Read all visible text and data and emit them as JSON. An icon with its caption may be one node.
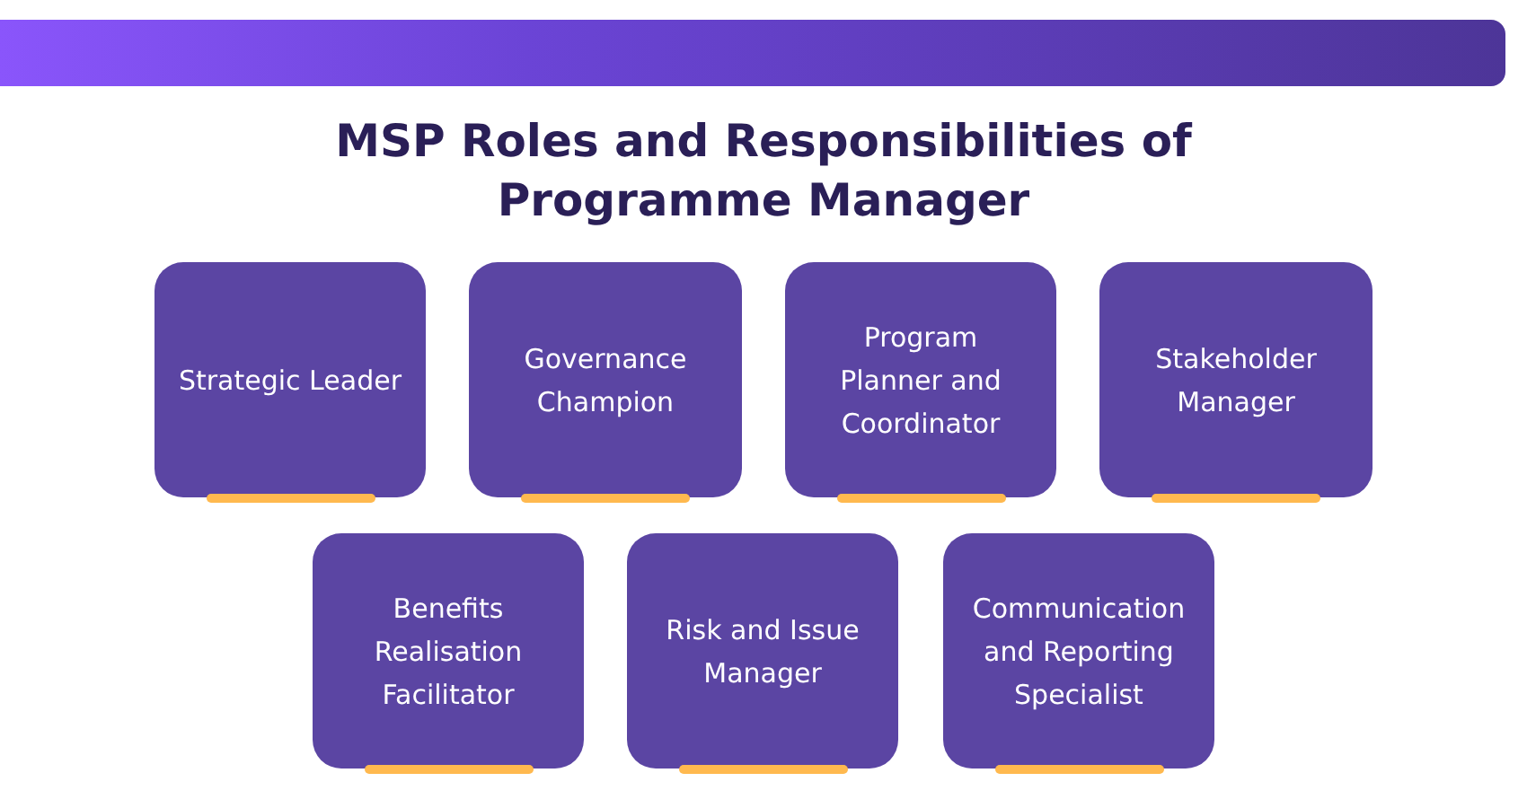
{
  "diagram": {
    "title": "MSP Roles and Responsibilities of Programme Manager",
    "nodes": [
      {
        "text": [
          "Strategic Leader"
        ]
      },
      {
        "text": [
          "Governance Champion"
        ]
      },
      {
        "text": [
          "Program Planner and Coordinator"
        ]
      },
      {
        "text": [
          "Stakeholder Manager"
        ]
      },
      {
        "text": [
          "Benefits Realisation Facilitator"
        ]
      },
      {
        "text": [
          "Risk and Issue Manager"
        ]
      },
      {
        "text": [
          "Communication and Reporting Specialist"
        ]
      }
    ]
  }
}
